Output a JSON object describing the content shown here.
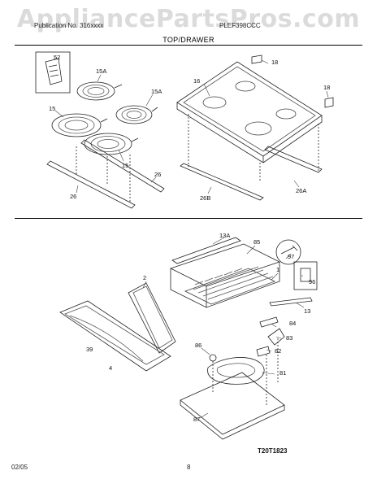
{
  "watermark": "AppliancePartsPros.com",
  "header": {
    "left": "Publication No. 316xxxx",
    "right": "PLEF398CCC",
    "section_title": "TOP/DRAWER"
  },
  "top_labels": {
    "l52": "52",
    "l15a_left": "15A",
    "l15a_right": "15A",
    "l15": "15",
    "l15_mid": "15",
    "l16": "16",
    "l18_top": "18",
    "l18_right": "18",
    "l26_right": "26",
    "l26_left": "26",
    "l26b": "26B",
    "l26a": "26A"
  },
  "bottom_labels": {
    "l13a": "13A",
    "l85": "85",
    "l97": "97",
    "l1": "1",
    "l96": "96",
    "l2": "2",
    "l13": "13",
    "l84": "84",
    "l83": "83",
    "l39": "39",
    "l4": "4",
    "l86": "86",
    "l82": "82",
    "l81": "81",
    "l87": "87"
  },
  "figure_ref": "T20T1823",
  "footer": {
    "date": "02/05",
    "page": "8"
  }
}
